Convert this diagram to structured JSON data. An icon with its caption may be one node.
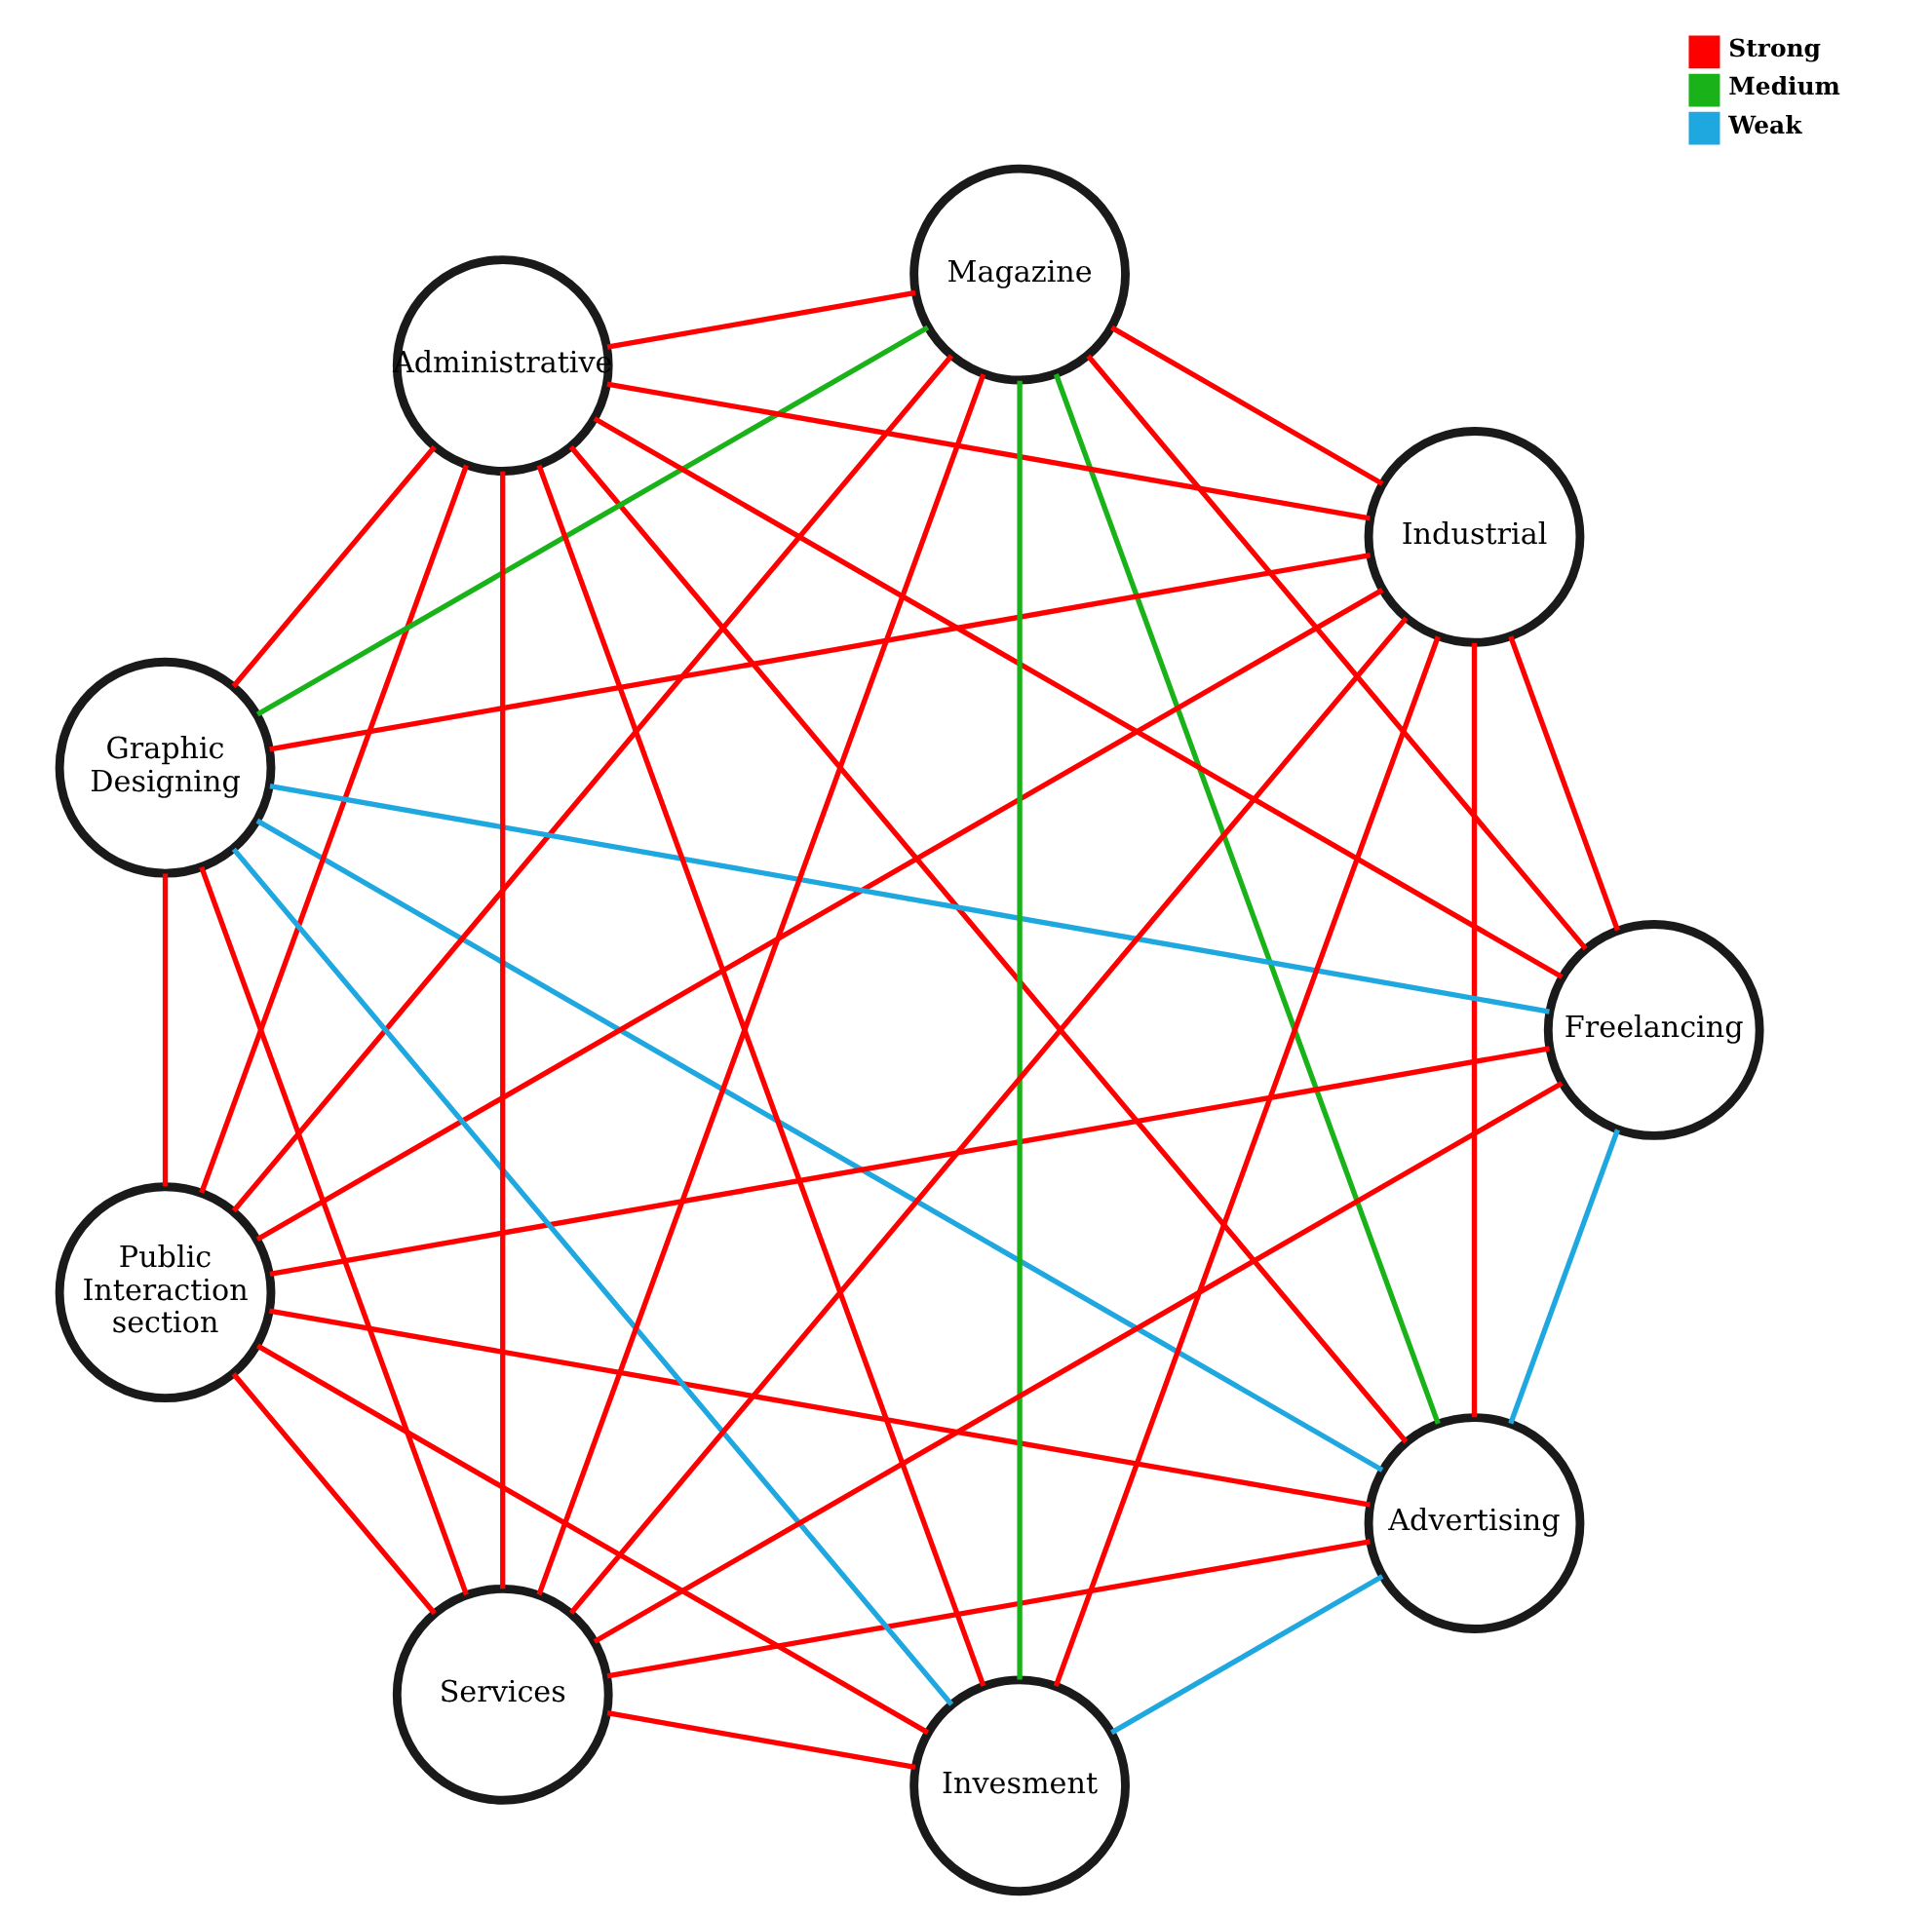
{
  "diagram": {
    "nodes": [
      {
        "text": [
          "Advertising"
        ]
      },
      {
        "text": [
          "Public Interaction section"
        ]
      },
      {
        "text": [
          "Graphic Designing"
        ]
      },
      {
        "text": [
          "Administrative"
        ]
      },
      {
        "text": [
          "Magazine"
        ]
      },
      {
        "text": [
          "Services"
        ]
      },
      {
        "text": [
          "Freelancing"
        ]
      },
      {
        "text": [
          "Invesment"
        ]
      },
      {
        "text": [
          "Industrial"
        ]
      }
    ],
    "edges": [
      {
        "from": 0,
        "to": 1,
        "arrow": "none"
      },
      {
        "from": 0,
        "to": 2,
        "arrow": "none",
        "color": "#1fa8e0"
      },
      {
        "from": 0,
        "to": 3,
        "arrow": "none"
      },
      {
        "from": 0,
        "to": 4,
        "arrow": "none",
        "color": "#19b219"
      },
      {
        "from": 0,
        "to": 6,
        "arrow": "none",
        "color": "#1fa8e0"
      },
      {
        "from": 0,
        "to": 7,
        "arrow": "none",
        "color": "#1fa8e0"
      },
      {
        "from": 0,
        "to": 5,
        "arrow": "none"
      },
      {
        "from": 0,
        "to": 8,
        "arrow": "none"
      },
      {
        "from": 1,
        "to": 2,
        "arrow": "none"
      },
      {
        "from": 1,
        "to": 3,
        "arrow": "none"
      },
      {
        "from": 1,
        "to": 5,
        "arrow": "none"
      },
      {
        "from": 1,
        "to": 7,
        "arrow": "none"
      },
      {
        "from": 1,
        "to": 8,
        "arrow": "none"
      },
      {
        "from": 1,
        "to": 4,
        "arrow": "none"
      },
      {
        "from": 1,
        "to": 6,
        "arrow": "none"
      },
      {
        "from": 2,
        "to": 4,
        "arrow": "none",
        "color": "#19b219"
      },
      {
        "from": 2,
        "to": 3,
        "arrow": "none"
      },
      {
        "from": 2,
        "to": 5,
        "arrow": "none"
      },
      {
        "from": 2,
        "to": 7,
        "arrow": "none",
        "color": "#1fa8e0"
      },
      {
        "from": 2,
        "to": 6,
        "arrow": "none",
        "color": "#1fa8e0"
      },
      {
        "from": 2,
        "to": 8,
        "arrow": "none"
      },
      {
        "from": 3,
        "to": 5,
        "arrow": "none"
      },
      {
        "from": 3,
        "to": 4,
        "arrow": "none"
      },
      {
        "from": 3,
        "to": 6,
        "arrow": "none"
      },
      {
        "from": 3,
        "to": 7,
        "arrow": "none"
      },
      {
        "from": 3,
        "to": 8,
        "arrow": "none"
      },
      {
        "from": 4,
        "to": 6,
        "arrow": "none"
      },
      {
        "from": 4,
        "to": 5,
        "arrow": "none"
      },
      {
        "from": 4,
        "to": 7,
        "arrow": "none",
        "color": "#19b219"
      },
      {
        "from": 4,
        "to": 8,
        "arrow": "none"
      },
      {
        "from": 5,
        "to": 6,
        "arrow": "none"
      },
      {
        "from": 5,
        "to": 7,
        "arrow": "none"
      },
      {
        "from": 5,
        "to": 8,
        "arrow": "none"
      },
      {
        "from": 6,
        "to": 8,
        "arrow": "none"
      },
      {
        "from": 7,
        "to": 8,
        "arrow": "none"
      }
    ],
    "legend": [
      {
        "text": "Strong",
        "color": "#ff0000"
      },
      {
        "text": "Medium",
        "color": "#19b219"
      },
      {
        "text": "Weak",
        "color": "#1fa8e0"
      }
    ]
  }
}
